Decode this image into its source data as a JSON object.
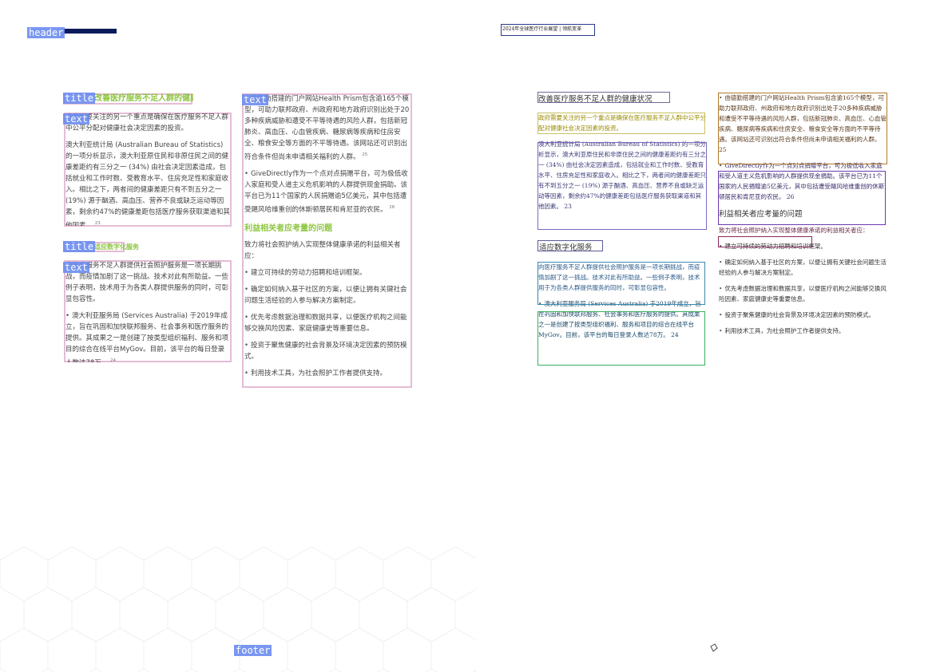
{
  "header": {
    "label": "header",
    "running_title": "2024年全球医疗行业展望 | 领航变革"
  },
  "footer": {
    "label": "footer"
  },
  "annotations": {
    "title": "title",
    "text": "text"
  },
  "left": {
    "col1": {
      "title1": "改善医疗服务不足人群的健康状况",
      "intro": "政府需要关注的另一个重点是确保在医疗服务不足人群中公平分配对健康社会决定因素的投资。",
      "abs": "澳大利亚统计局 (Australian Bureau of Statistics) 的一项分析显示，澳大利亚原住民和非原住民之间的健康差距约有三分之一 (34%) 由社会决定因素造成，包括就业和工作时数、受教育水平、住房充足性和家庭收入。相比之下，两者间的健康差距只有不到五分之一 (19%) 源于酗酒、高血压、营养不良或缺乏运动等因素，剩余约47%的健康差距包括医疗服务获取渠道和其他因素。",
      "abs_fn": "23",
      "title2": "适应数字化服务",
      "digital": "向医疗服务不足人群提供社会照护服务是一项长期挑战，而疫情加剧了这一挑战。技术对此有所助益。一些例子表明，技术用于为各类人群提供服务的同时，可彰显包容性。",
      "services": "澳大利亚服务局 (Services Australia) 于2019年成立，旨在巩固和加快联邦服务、社会事务和医疗服务的提供。其成果之一是创建了按类型组织福利、服务和项目的综合在线平台MyGov。目前，该平台的每日登录人数达78万。",
      "services_fn": "24"
    },
    "col2": {
      "prism": "由德勤搭建的门户网站Health Prism包含逾165个模型，可助力联邦政府、州政府和地方政府识别出处于20多种疾病威胁和遭受不平等待遇的风险人群，包括新冠肺炎、高血压、心血管疾病、糖尿病等疾病和住房安全、粮食安全等方面的不平等待遇。该网站还可识别出符合条件但尚未申请相关福利的人群。",
      "prism_fn": "25",
      "gd": "GiveDirectly作为一个点对点捐赠平台，可为极低收入家庭和受人道主义危机影响的人群提供现金捐助。该平台已为11个国家的人民捐赠逾5亿美元，其中包括遭受飓风哈维重创的休斯顿居民和肯尼亚的农民。",
      "gd_fn": "26",
      "stake_title": "利益相关者应考量的问题",
      "stake_intro": "致力将社会照护纳入实现整体健康承诺的利益相关者应：",
      "items": [
        "建立可持续的劳动力招聘和培训框架。",
        "确定如何纳入基于社区的方案，以便让拥有关键社会问题生活经验的人参与解决方案制定。",
        "优先考虑数据治理和数据共享，以便医疗机构之间能够交换风险因素、家庭健康史等重要信息。",
        "投资于聚焦健康的社会背景及环境决定因素的预防模式。",
        "利用技术工具，为社会照护工作者提供支持。"
      ]
    }
  }
}
